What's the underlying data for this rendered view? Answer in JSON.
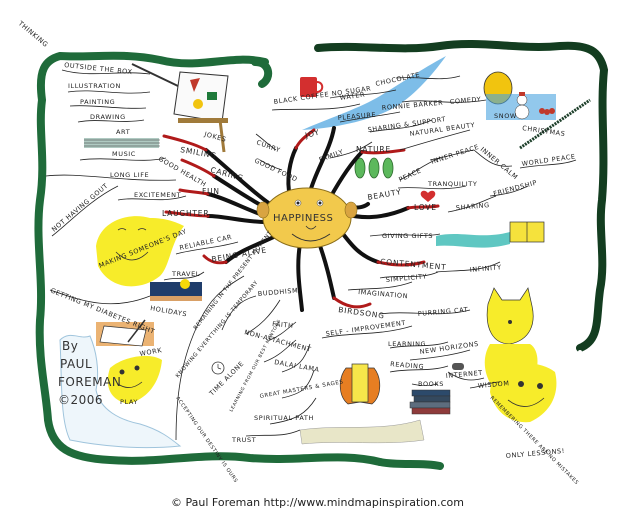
{
  "center": {
    "label": "HAPPINESS"
  },
  "corner_label": "THINKING",
  "author": {
    "by": "By",
    "first": "PAUL",
    "last": "FOREMAN",
    "year": "©2006"
  },
  "footer": "© Paul Foreman http://www.mindmapinspiration.com",
  "branches": {
    "thinking": [
      "OUTSIDE THE BOX",
      "ILLUSTRATION",
      "PAINTING",
      "DRAWING",
      "ART",
      "MUSIC"
    ],
    "smiling": {
      "main": "SMILING",
      "children": [
        "JOKES",
        "GOOD HEALTH",
        "LONG LIFE",
        "NOT HAVING GOUT",
        "GETTING MY DIABETES RIGHT"
      ]
    },
    "caring": {
      "main": "CARING"
    },
    "fun": {
      "main": "FUN",
      "children": [
        "EXCITEMENT"
      ]
    },
    "laughter": {
      "main": "LAUGHTER",
      "children": [
        "MAKING SOMEONE'S DAY"
      ]
    },
    "good_food": {
      "main": "GOOD FOOD",
      "children": [
        "CURRY",
        "BLACK COFFEE NO SUGAR",
        "WATER",
        "CHOCOLATE"
      ]
    },
    "joy": {
      "main": "JOY",
      "children": [
        "PLEASURE",
        "RONNIE BARKER",
        "COMEDY",
        "SNOW",
        "CHRISTMAS"
      ]
    },
    "nature": {
      "main": "NATURE",
      "children": [
        "FAMILY",
        "SHARING & SUPPORT",
        "NATURAL BEAUTY"
      ]
    },
    "beauty": {
      "main": "BEAUTY",
      "children": [
        "PEACE",
        "INNER PEACE",
        "INNER CALM",
        "WORLD PEACE",
        "TRANQUILITY"
      ]
    },
    "love": {
      "main": "LOVE",
      "children": [
        "SHARING",
        "FRIENDSHIP"
      ]
    },
    "giving_gifts": {
      "main": "GIVING GIFTS"
    },
    "contentment": {
      "main": "CONTENTMENT",
      "children": [
        "SIMPLICITY",
        "INFINITY"
      ]
    },
    "imagination": {
      "main": "IMAGINATION"
    },
    "birdsong": {
      "main": "BIRDSONG",
      "children": [
        "PURRING CAT"
      ]
    },
    "self_improvement": {
      "main": "SELF - IMPROVEMENT",
      "children": [
        "LEARNING",
        "NEW HORIZONS",
        "READING",
        "INTERNET",
        "BOOKS",
        "WISDOM",
        "REMEMBERING THERE ARE NO MISTAKES",
        "ONLY LESSONS!"
      ]
    },
    "being_alive": {
      "main": "BEING ALIVE",
      "children": [
        "RELIABLE CAR",
        "TRAVEL",
        "HOLIDAYS",
        "WORK",
        "PLAY"
      ]
    },
    "present_moment": {
      "main": "REMAINING IN THE PRESENT MOMENT",
      "children": [
        "BUDDHISM",
        "KNOWING EVERYTHING IS TEMPORARY",
        "FAITH",
        "NON-ATTACHMENT",
        "DALAI LAMA",
        "TIME ALONE",
        "LEARNING FROM OUR BEST MENTORS",
        "GREAT MASTERS & SAGES",
        "SPIRITUAL PATH",
        "ACCEPTING OUR DESTINY IS OURS",
        "TRUST"
      ]
    }
  },
  "icons": [
    "snake-border-icon",
    "easel-painting-icon",
    "coffee-mug-icon",
    "river-icon",
    "comedian-face-icon",
    "snowman-icon",
    "holly-icon",
    "leaves-icon",
    "heart-icon",
    "gift-hand-icon",
    "smiling-sun-icon",
    "island-holiday-icon",
    "book-pen-icon",
    "clock-icon",
    "cat-icon",
    "reading-book-icon",
    "books-stack-icon",
    "mouse-icon",
    "music-staff-icon",
    "cloud-icon",
    "path-icon"
  ],
  "colors": {
    "border_green": "#1f6b3a",
    "snake_dark": "#133d20",
    "branch_red": "#b01a1a",
    "center_yellow": "#f2c94c",
    "sun_yellow": "#f7ec2a"
  }
}
